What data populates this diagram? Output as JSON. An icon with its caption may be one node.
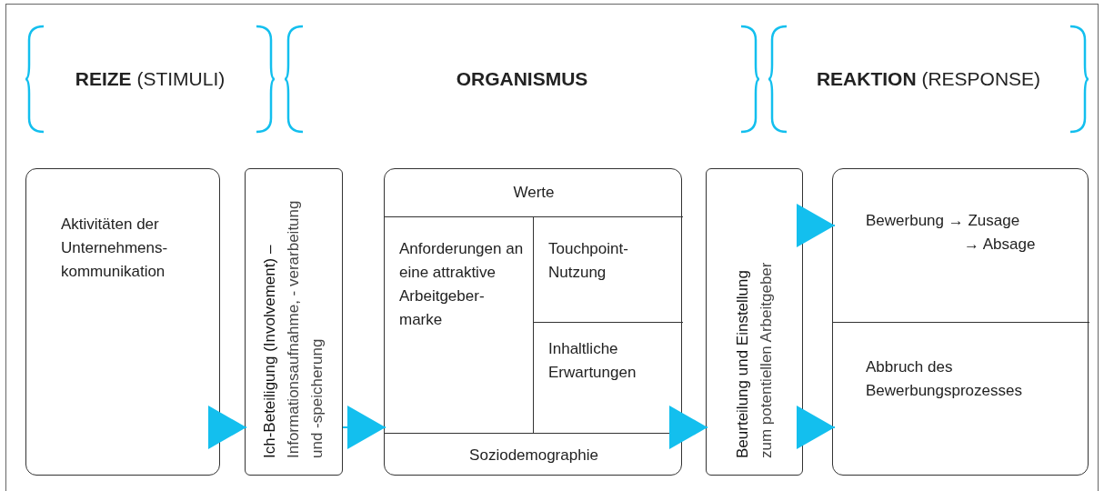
{
  "diagram": {
    "nodes": [
      {
        "text": [
          "**REIZE** (STIMULI)"
        ]
      },
      {
        "text": [
          "ORGANISMUS"
        ]
      },
      {
        "text": [
          "**REAKTION** (RESPONSE)"
        ]
      },
      {
        "text": [
          "Aktivitäten der Unternehmens- kommunikation"
        ]
      },
      {
        "text": [
          "Ich-Beteiligung (Involvement) –",
          "Informationsaufnahme, - verarbeitung und -speicherung"
        ]
      },
      {
        "text": [],
        "shape": "box"
      },
      {
        "text": [
          "Werte"
        ],
        "in": 5
      },
      {
        "text": [
          "Anforderungen an eine attraktive Arbeitgeber- marke"
        ],
        "in": 5
      },
      {
        "text": [
          "Touchpoint- Nutzung"
        ],
        "in": 5
      },
      {
        "text": [
          "Inhaltliche Erwartungen"
        ],
        "in": 5
      },
      {
        "text": [
          "Soziodemographie"
        ],
        "in": 5
      },
      {
        "text": [
          "Beurteilung und Einstellung",
          "zum potentiellen Arbeitgeber"
        ]
      },
      {
        "text": [],
        "shape": "box"
      },
      {
        "text": [
          "Bewerbung → Zusage",
          "→ Absage"
        ],
        "in": 12
      },
      {
        "text": [
          "Abbruch des Bewerbungsprozesses"
        ],
        "in": 12
      }
    ],
    "edges": [
      {
        "from": 3,
        "to": 4,
        "arrow": "to"
      },
      {
        "from": 4,
        "to": 5,
        "arrow": "to"
      },
      {
        "from": 5,
        "to": 11,
        "arrow": "to"
      },
      {
        "from": 11,
        "to": 13,
        "arrow": "to"
      },
      {
        "from": 11,
        "to": 14,
        "arrow": "to"
      }
    ]
  }
}
